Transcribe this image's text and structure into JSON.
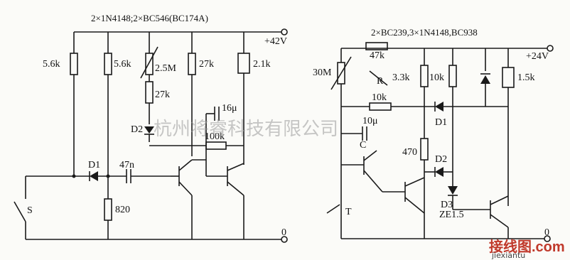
{
  "left_circuit": {
    "title": "2×1N4148;2×BC546(BC174A)",
    "supply": "+42V",
    "ground": "0",
    "r1": "5.6k",
    "r2": "5.6k",
    "pot": "2.5M",
    "r3": "27k",
    "r4": "27k",
    "relay": "2.1k",
    "d2": "D2",
    "c2": "16μ",
    "r5": "100k",
    "d1": "D1",
    "c1": "47n",
    "r6": "820",
    "switch": "S"
  },
  "right_circuit": {
    "title": "2×BC239,3×1N4148,BC938",
    "supply": "+24V",
    "ground": "0",
    "pot": "30M",
    "r1": "47k",
    "reed": "R",
    "r2": "3.3k",
    "r3": "10k",
    "relay": "1.5k",
    "r4": "10k",
    "d1": "D1",
    "c1": "10μ",
    "c_label": "C",
    "r5": "470",
    "d2": "D2",
    "d3": "D3",
    "zener": "ZE1.5",
    "switch": "T"
  },
  "watermark": {
    "text": "杭州将睿科技有限公司",
    "logo": "接线图.com",
    "site": "jiexiantu"
  }
}
